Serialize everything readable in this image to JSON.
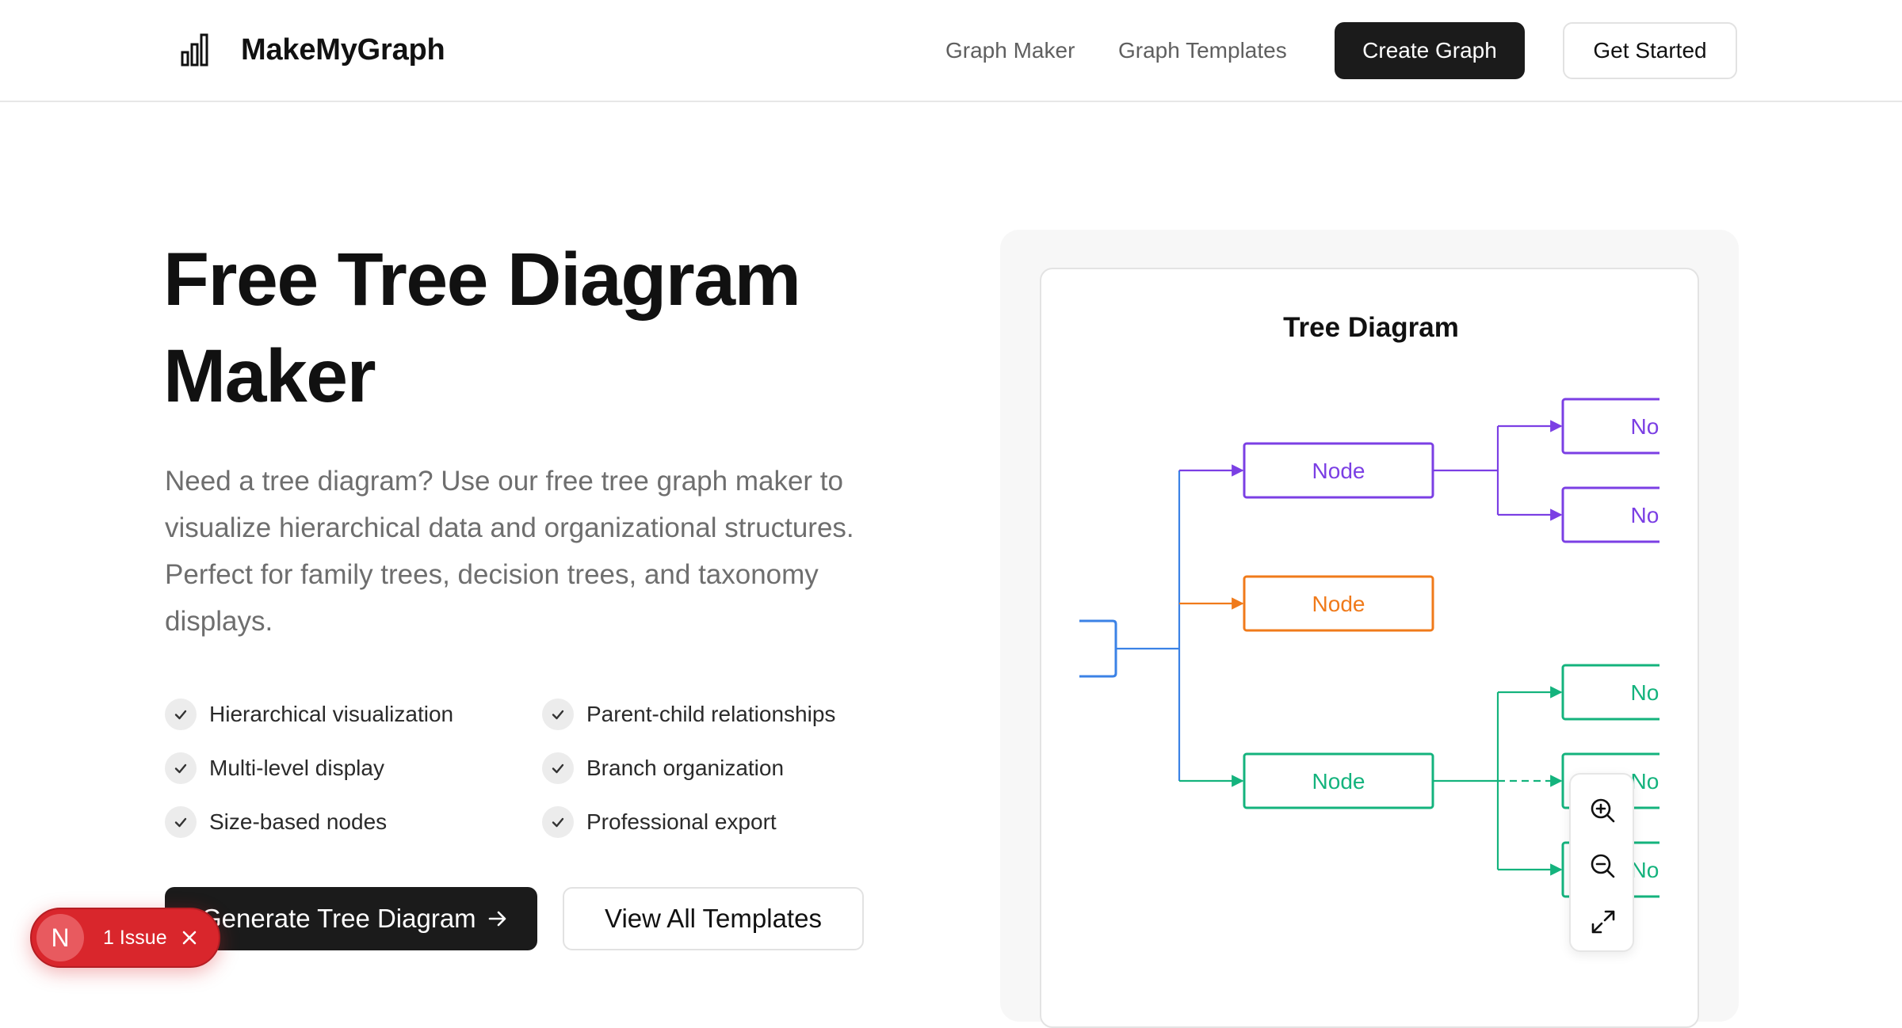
{
  "header": {
    "brand": "MakeMyGraph",
    "logo_icon": "bar-chart-icon",
    "nav": [
      "Graph Maker",
      "Graph Templates"
    ],
    "create_label": "Create Graph",
    "started_label": "Get Started"
  },
  "hero": {
    "title": "Free Tree Diagram Maker",
    "description": "Need a tree diagram? Use our free tree graph maker to visualize hierarchical data and organizational structures. Perfect for family trees, decision trees, and taxonomy displays.",
    "features": [
      "Hierarchical visualization",
      "Parent-child relationships",
      "Multi-level display",
      "Branch organization",
      "Size-based nodes",
      "Professional export"
    ],
    "generate_label": "Generate Tree Diagram",
    "templates_label": "View All Templates"
  },
  "preview": {
    "title": "Tree Diagram",
    "node_label": "Node",
    "colors": {
      "root": "#3b82e6",
      "purple": "#7b3fe4",
      "orange": "#f07a1a",
      "green": "#14b37d"
    },
    "zoom_icons": [
      "zoom-in-icon",
      "zoom-out-icon",
      "fullscreen-icon"
    ]
  },
  "issue_toast": {
    "badge": "N",
    "text": "1 Issue"
  }
}
